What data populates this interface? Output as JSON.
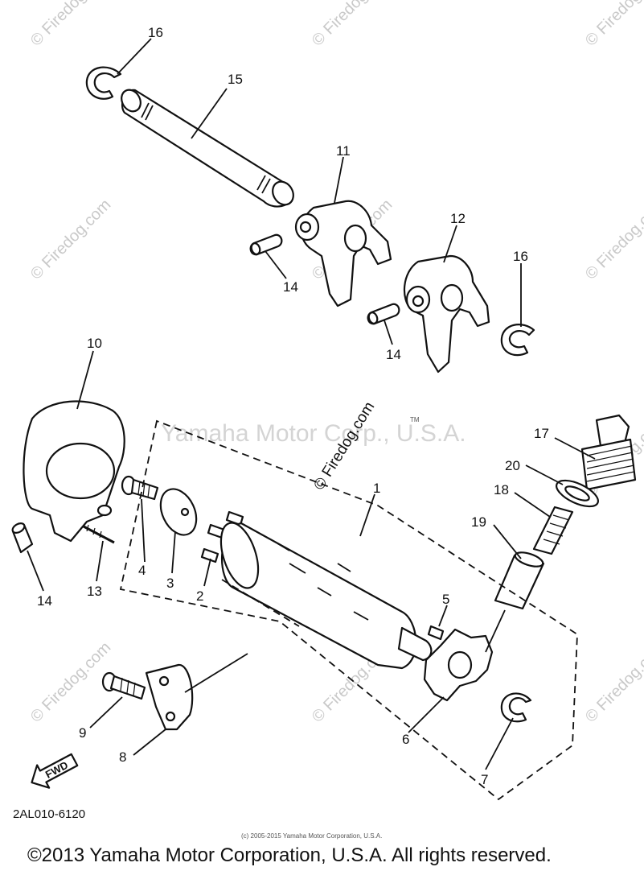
{
  "watermarks": {
    "site": "© Firedog.com",
    "owner": "Yamaha Motor Corp., U.S.A.",
    "tm": "TM"
  },
  "callouts": [
    {
      "id": "1",
      "label": "1"
    },
    {
      "id": "2",
      "label": "2"
    },
    {
      "id": "3",
      "label": "3"
    },
    {
      "id": "4",
      "label": "4"
    },
    {
      "id": "5",
      "label": "5"
    },
    {
      "id": "6",
      "label": "6"
    },
    {
      "id": "7",
      "label": "7"
    },
    {
      "id": "8",
      "label": "8"
    },
    {
      "id": "9",
      "label": "9"
    },
    {
      "id": "10",
      "label": "10"
    },
    {
      "id": "11",
      "label": "11"
    },
    {
      "id": "12",
      "label": "12"
    },
    {
      "id": "13",
      "label": "13"
    },
    {
      "id": "14a",
      "label": "14"
    },
    {
      "id": "14b",
      "label": "14"
    },
    {
      "id": "14c",
      "label": "14"
    },
    {
      "id": "15",
      "label": "15"
    },
    {
      "id": "16a",
      "label": "16"
    },
    {
      "id": "16b",
      "label": "16"
    },
    {
      "id": "17",
      "label": "17"
    },
    {
      "id": "18",
      "label": "18"
    },
    {
      "id": "19",
      "label": "19"
    },
    {
      "id": "20",
      "label": "20"
    }
  ],
  "fwd_label": "FWD",
  "diagram_code": "2AL010-6120",
  "small_copyright": "(c) 2005-2015 Yamaha Motor Corporation, U.S.A.",
  "copyright": "©2013 Yamaha Motor Corporation, U.S.A. All rights reserved."
}
